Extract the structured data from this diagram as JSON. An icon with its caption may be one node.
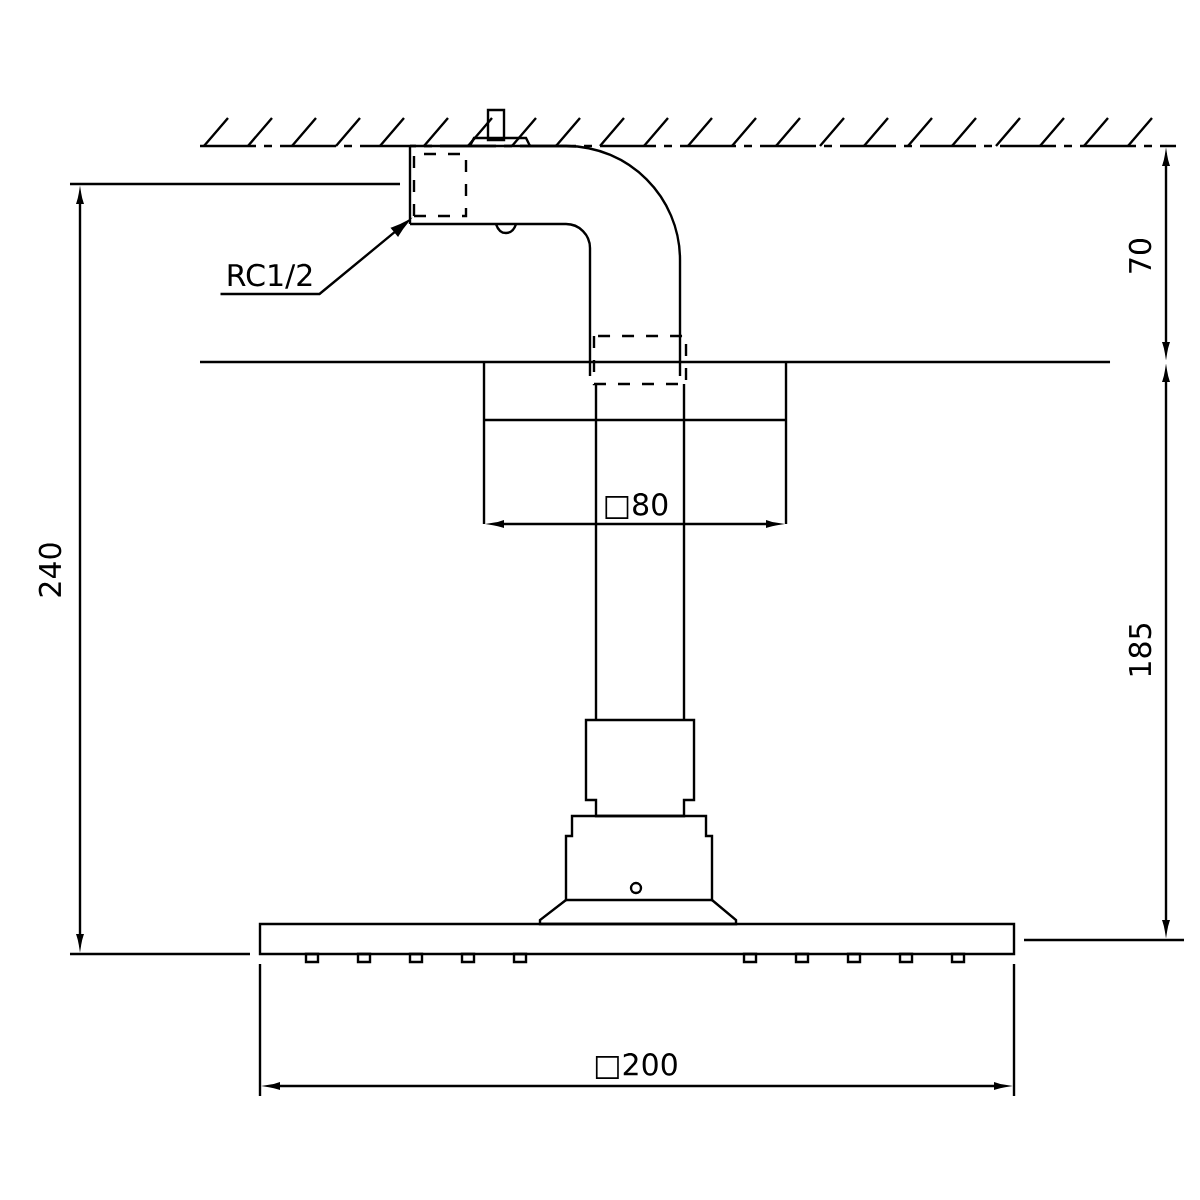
{
  "diagram": {
    "nodes": [
      {
        "text": [
          "RC1/2"
        ]
      },
      {
        "text": [],
        "shape": "box"
      }
    ],
    "edges": [
      {
        "from": 0,
        "to": 1,
        "arrow": "to"
      }
    ],
    "labels": [
      "240",
      "70",
      "□80",
      "185",
      "□200"
    ]
  }
}
